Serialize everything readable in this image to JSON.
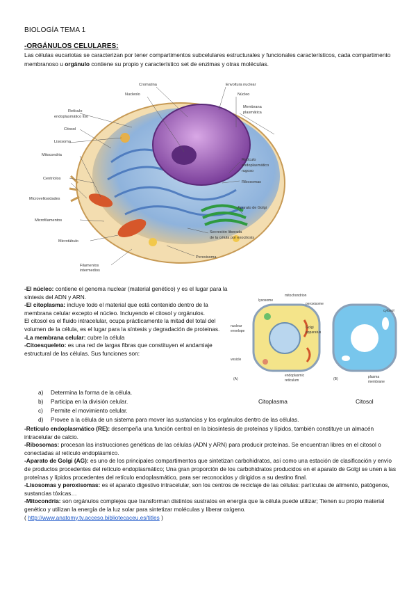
{
  "header": {
    "title": "BIOLOGÍA TEMA 1"
  },
  "section": {
    "title": "-ORGÁNULOS CELULARES:"
  },
  "intro": {
    "part1": "Las células eucariotas se caracterizan por tener compartimentos subcelulares estructurales y funcionales característicos, cada compartimento membranoso u ",
    "bold": "orgánulo",
    "part2": " contiene su propio y característico set de enzimas y otras moléculas."
  },
  "figure1": {
    "labels_left": [
      "Retículo endoplasmático liso",
      "Citosol",
      "Lisosoma",
      "Mitocondria",
      "Centríolos",
      "Microvellosidades",
      "Microfilamentos",
      "Microtúbulo",
      "Filamentos intermedios"
    ],
    "labels_top": [
      "Cromatina",
      "Nucleolo",
      "Envoltura nuclear",
      "Núcleo",
      "Membrana plasmática"
    ],
    "labels_right": [
      "Retículo endoplasmático rugoso",
      "Ribosomas",
      "Aparato de Golgi",
      "Secreción liberada de la célula por exocitosis",
      "Peroxisoma"
    ]
  },
  "figure2": {
    "labels": [
      "lysosome",
      "mitochondrion",
      "peroxisome",
      "nuclear envelope",
      "Golgi apparatus",
      "vesicle",
      "endoplasmic reticulum",
      "cytosol",
      "plasma membrane",
      "(A)",
      "(B)"
    ],
    "captions": [
      "Citoplasma",
      "Citosol"
    ]
  },
  "organelles": {
    "nucleo": {
      "term": "-El núcleo:",
      "text": " contiene el genoma nuclear (material genético) y es el lugar para la síntesis del ADN y ARN."
    },
    "citoplasma": {
      "term": "-El citoplasma:",
      "text": " incluye todo el material que está contenido dentro de la membrana celular excepto el núcleo. Incluyendo el citosol y orgánulos."
    },
    "citosol": {
      "text": "El citosol es el fluido intracelular, ocupa prácticamente la mitad del total del volumen de la célula, es el lugar para la síntesis y degradación de proteinas."
    },
    "membrana": {
      "term": "-La membrana celular:",
      "text": " cubre la célula"
    },
    "citoesqueleto": {
      "term": "-Citoesqueleto:",
      "text": " es una red de largas fibras que constituyen el andamiaje estructural de las células. Sus funciones son:"
    },
    "funciones": [
      {
        "marker": "a)",
        "text": "Determina la forma de la célula."
      },
      {
        "marker": "b)",
        "text": "Participa en la división celular."
      },
      {
        "marker": "c)",
        "text": "Permite el movimiento celular."
      },
      {
        "marker": "d)",
        "text": "Provee a la célula de un sistema para mover las sustancias y los orgánulos dentro de las células."
      }
    ],
    "re": {
      "term": "-Retículo endoplasmático (RE):",
      "text": " desempeña una función central en la biosíntesis de proteínas y lípidos, también constituye un almacén intracelular de calcio."
    },
    "ribosomas": {
      "term": "-Ribosomas:",
      "text": " procesan las instrucciones genéticas de las células (ADN y ARN) para producir proteínas. Se encuentran libres en el citosol o conectadas al retículo endoplásmico."
    },
    "golgi": {
      "term": "-Aparato de Golgi (AG):",
      "text": " es uno de los principales compartimentos que sintetizan carbohidratos, así como una estación de clasificación y envío de productos procedentes del retículo endoplasmático; Una gran proporción de los carbohidratos producidos en el aparato de Golgi se unen a las proteínas y lípidos procedentes del retículo endoplasmático, para ser reconocidos y dirigidos a su destino final."
    },
    "lisosomas": {
      "term": "-Lisosomas y peroxisomas:",
      "text": " es el aparato digestivo intracelular, son los centros de reciclaje de las células: partículas de alimento, patógenos, sustancias tóxicas…"
    },
    "mitocondria": {
      "term": "-Mitocondria:",
      "text": " son orgánulos complejos que transforman distintos sustratos en energía que la célula puede utilizar; Tienen su propio material genético y utilizan la energía de la luz solar para sintetizar moléculas y liberar oxígeno."
    }
  },
  "source": {
    "open": "( ",
    "url": "http://www.anatomy.tv.acceso.bibliotecaceu.es/titles",
    "close": " )"
  },
  "colors": {
    "link": "#1a56c8",
    "nucleus": "#8a4fa8",
    "er": "#4a78c0",
    "golgi": "#3aa04a",
    "mito": "#d2552a",
    "cytosol": "#f1d9a8"
  }
}
